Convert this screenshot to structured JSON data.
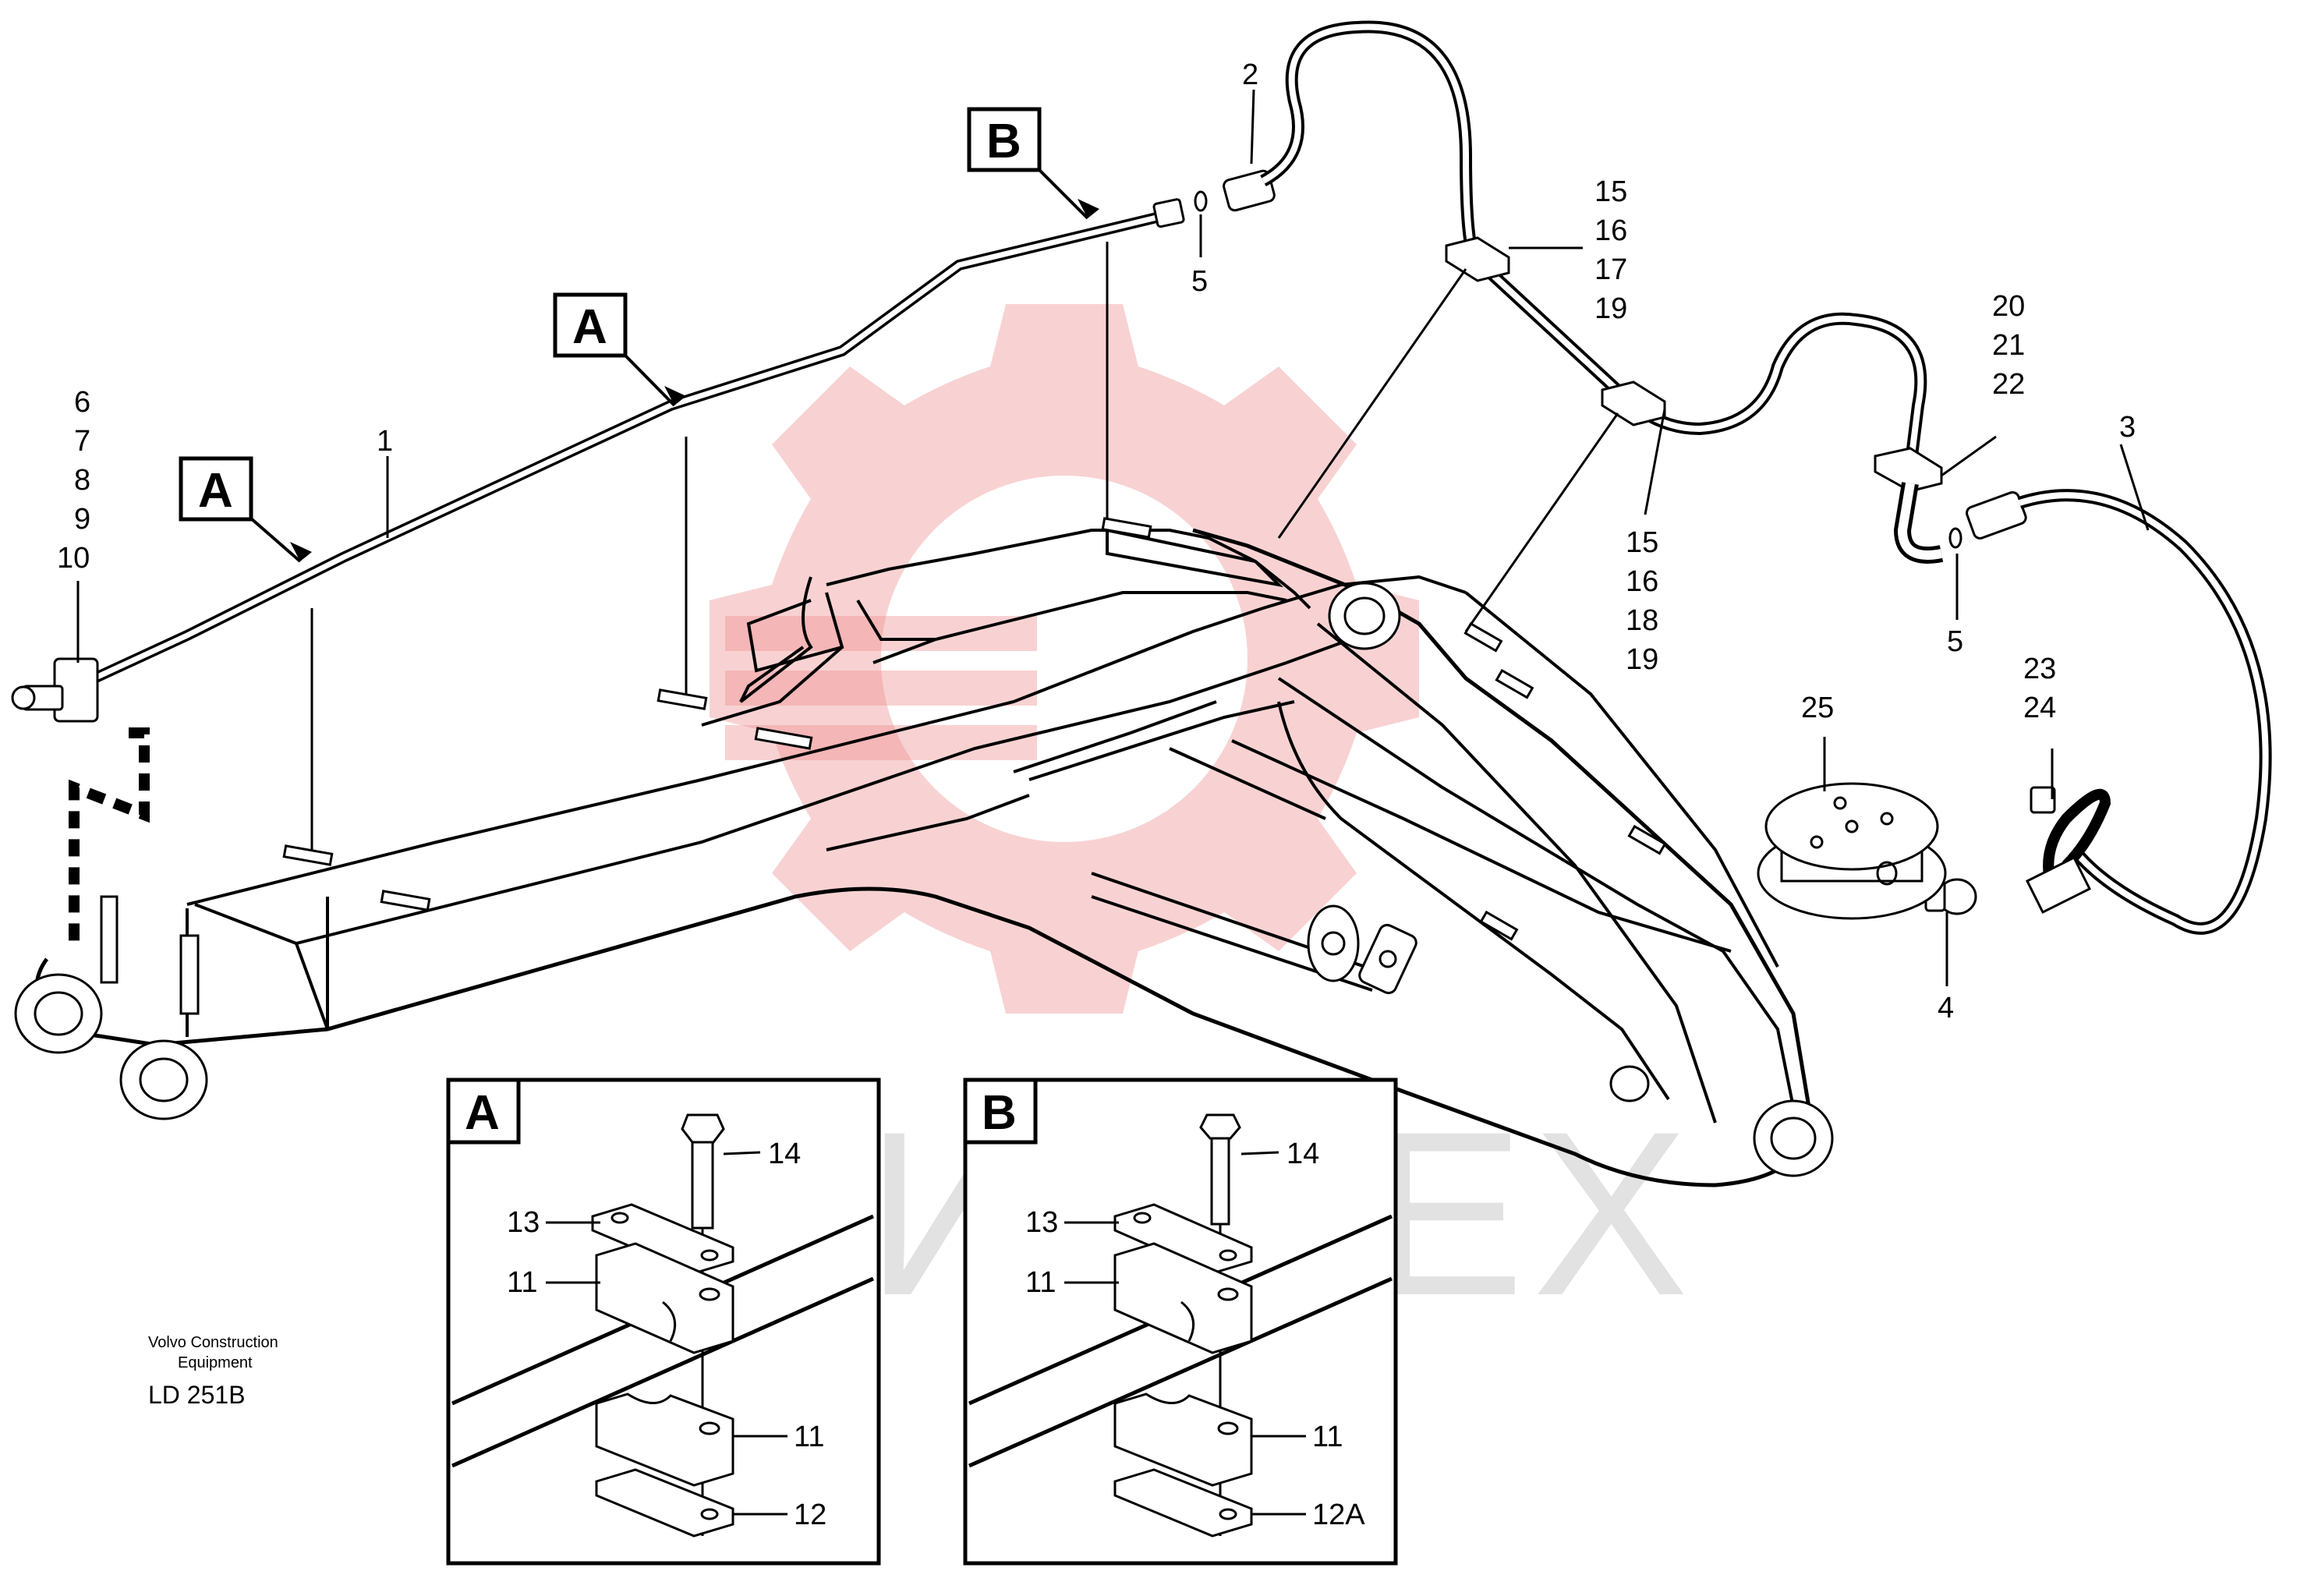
{
  "callouts": {
    "c1": "1",
    "c2": "2",
    "c3": "3",
    "c4": "4",
    "c5a": "5",
    "c5b": "5",
    "c6": "6",
    "c7": "7",
    "c8": "8",
    "c9": "9",
    "c10": "10",
    "c15a": "15",
    "c16a": "16",
    "c17": "17",
    "c19a": "19",
    "c15b": "15",
    "c16b": "16",
    "c18": "18",
    "c19b": "19",
    "c20": "20",
    "c21": "21",
    "c22": "22",
    "c23": "23",
    "c24": "24",
    "c25": "25"
  },
  "view_markers": {
    "a1": "A",
    "a2": "A",
    "b1": "B"
  },
  "detail_a": {
    "letter": "A",
    "l14": "14",
    "l13": "13",
    "l11_top": "11",
    "l11_bottom": "11",
    "l12": "12"
  },
  "detail_b": {
    "letter": "B",
    "l14": "14",
    "l13": "13",
    "l11_top": "11",
    "l11_bottom": "11",
    "l12a": "12A"
  },
  "footer": {
    "maker_line1": "Volvo Construction",
    "maker_line2": "Equipment",
    "code": "LD 251B"
  },
  "watermark": {
    "text": "ИНТЕХ",
    "logo_icon": "gear-logo-icon",
    "color": "#ed8a8a"
  }
}
